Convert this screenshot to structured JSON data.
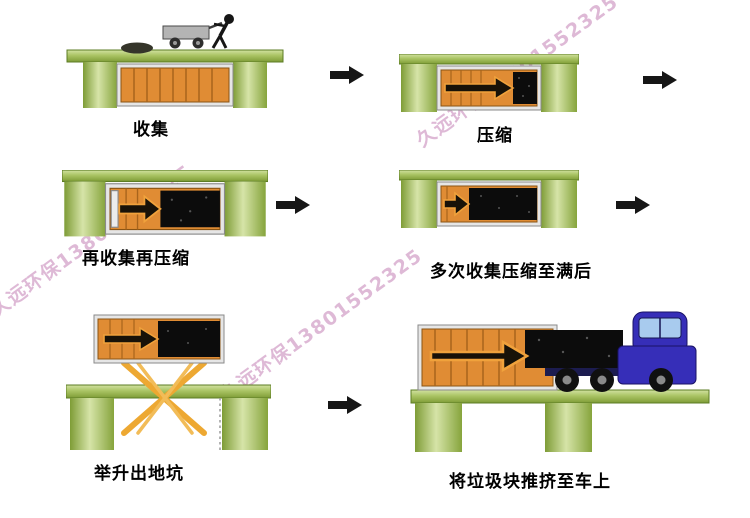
{
  "watermark": {
    "text": "久远环保13801552325"
  },
  "stages": [
    {
      "id": "collect",
      "label": "收集"
    },
    {
      "id": "compress",
      "label": "压缩"
    },
    {
      "id": "recollect-recompress",
      "label": "再收集再压缩"
    },
    {
      "id": "repeat-until-full",
      "label": "多次收集压缩至满后"
    },
    {
      "id": "lift-out-of-pit",
      "label": "举升出地坑"
    },
    {
      "id": "push-onto-truck",
      "label": "将垃圾块推挤至车上"
    }
  ],
  "colors": {
    "ground_green": "#9ab84e",
    "container_orange": "#e08c34",
    "waste_black": "#0c0c0c",
    "lift_orange": "#eda832",
    "truck_blue": "#362eb8",
    "flow_arrow": "#161616",
    "watermark_pink": "#d6a8cc"
  }
}
